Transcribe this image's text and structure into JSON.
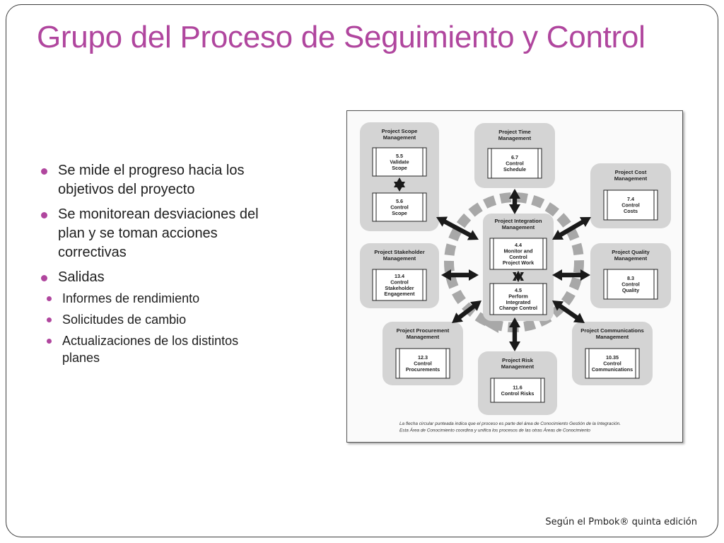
{
  "slide": {
    "title": "Grupo del Proceso de Seguimiento y Control",
    "bullets": [
      "Se mide el progreso hacia los objetivos del proyecto",
      "Se monitorean desviaciones del plan y se toman acciones correctivas",
      "Salidas"
    ],
    "sub_bullets": [
      "Informes de rendimiento",
      "Solicitudes de cambio",
      "Actualizaciones de los distintos planes"
    ],
    "footer": "Según el Pmbok® quinta edición"
  },
  "diagram": {
    "center": {
      "title": [
        "Project Integration",
        "Management"
      ],
      "processes": [
        [
          "4.4",
          "Monitor and",
          "Control",
          "Project Work"
        ],
        [
          "4.5",
          "Perform",
          "Integrated",
          "Change Control"
        ]
      ]
    },
    "areas": [
      {
        "key": "scope",
        "title": [
          "Project Scope",
          "Management"
        ],
        "processes": [
          [
            "5.5",
            "Validate",
            "Scope"
          ],
          [
            "5.6",
            "Control",
            "Scope"
          ]
        ]
      },
      {
        "key": "time",
        "title": [
          "Project Time",
          "Management"
        ],
        "processes": [
          [
            "6.7",
            "Control",
            "Schedule"
          ]
        ]
      },
      {
        "key": "cost",
        "title": [
          "Project Cost",
          "Management"
        ],
        "processes": [
          [
            "7.4",
            "Control",
            "Costs"
          ]
        ]
      },
      {
        "key": "stakeholder",
        "title": [
          "Project Stakeholder",
          "Management"
        ],
        "processes": [
          [
            "13.4",
            "Control",
            "Stakeholder",
            "Engagement"
          ]
        ]
      },
      {
        "key": "quality",
        "title": [
          "Project Quality",
          "Management"
        ],
        "processes": [
          [
            "8.3",
            "Control",
            "Quality"
          ]
        ]
      },
      {
        "key": "procurement",
        "title": [
          "Project Procurement",
          "Management"
        ],
        "processes": [
          [
            "12.3",
            "Control",
            "Procurements"
          ]
        ]
      },
      {
        "key": "risk",
        "title": [
          "Project Risk",
          "Management"
        ],
        "processes": [
          [
            "11.6",
            "Control Risks"
          ]
        ]
      },
      {
        "key": "communications",
        "title": [
          "Project Communications",
          "Management"
        ],
        "processes": [
          [
            "10.35",
            "Control",
            "Communications"
          ]
        ]
      }
    ],
    "note": [
      "La flecha circular punteada indica que el proceso es parte del área de Conocimiento Gestión de la Integración.",
      "Esta Área de Conocimiento coordina y unifica los procesos de las otras Áreas de Conocimiento"
    ]
  }
}
